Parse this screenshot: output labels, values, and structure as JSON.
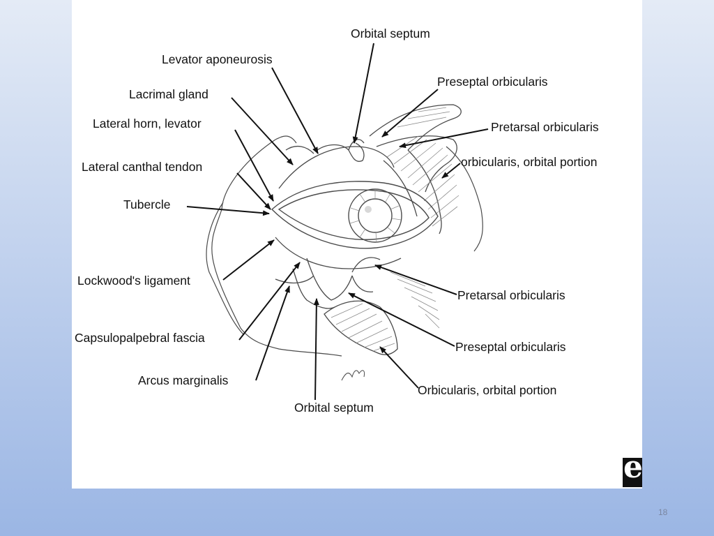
{
  "slide": {
    "page_number": "18"
  },
  "diagram": {
    "labels": {
      "orbital_septum_top": "Orbital septum",
      "levator_aponeurosis": "Levator aponeurosis",
      "preseptal_orbicularis_top": "Preseptal orbicularis",
      "lacrimal_gland": "Lacrimal gland",
      "pretarsal_orbicularis_top": "Pretarsal orbicularis",
      "lateral_horn_levator": "Lateral horn, levator",
      "orbicularis_orbital_portion_top": "orbicularis, orbital portion",
      "lateral_canthal_tendon": "Lateral canthal tendon",
      "tubercle": "Tubercle",
      "lockwoods_ligament": "Lockwood's ligament",
      "pretarsal_orbicularis_bottom": "Pretarsal orbicularis",
      "capsulopalpebral_fascia": "Capsulopalpebral fascia",
      "preseptal_orbicularis_bottom": "Preseptal orbicularis",
      "arcus_marginalis": "Arcus marginalis",
      "orbicularis_orbital_portion_bottom": "Orbicularis, orbital portion",
      "orbital_septum_bottom": "Orbital septum"
    },
    "publisher_logo_letter": "e",
    "colors": {
      "ink": "#111111",
      "sketch": "#4a4a4a",
      "hatch": "#8a8a8a"
    }
  }
}
